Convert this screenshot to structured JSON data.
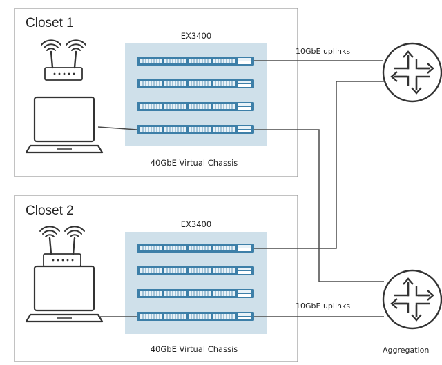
{
  "closets": [
    {
      "title": "Closet 1",
      "switch_label": "EX3400",
      "chassis_label": "40GbE Virtual Chassis"
    },
    {
      "title": "Closet 2",
      "switch_label": "EX3400",
      "chassis_label": "40GbE Virtual Chassis"
    }
  ],
  "links": {
    "uplink_label_top": "10GbE uplinks",
    "uplink_label_bottom": "10GbE uplinks"
  },
  "aggregation_label": "Aggregation",
  "colors": {
    "closet_border": "#9a9a9a",
    "chassis_fill": "#cfe0ea",
    "switch_fill": "#3d7fa8",
    "port_fill": "#e8f2f8",
    "line": "#4a4a4a"
  }
}
